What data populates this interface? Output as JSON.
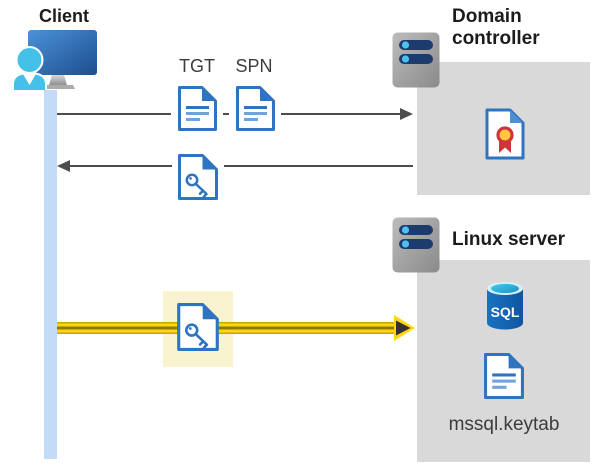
{
  "diagram": {
    "client": {
      "label": "Client",
      "icon": "monitor-user-icon"
    },
    "domain_controller": {
      "label": "Domain controller",
      "icon": "server-icon",
      "contains": [
        {
          "icon": "certificate-icon"
        }
      ]
    },
    "linux_server": {
      "label": "Linux server",
      "icon": "server-icon",
      "contains": [
        {
          "icon": "sql-database-icon",
          "label": "SQL"
        },
        {
          "icon": "document-icon",
          "label": "mssql.keytab"
        }
      ]
    },
    "flows": [
      {
        "name": "ticket-request",
        "from": "client",
        "to": "domain-controller",
        "labels": [
          "TGT",
          "SPN"
        ],
        "icons": [
          "document-icon",
          "document-icon"
        ],
        "style": "gray-arrow"
      },
      {
        "name": "ticket-response",
        "from": "domain-controller",
        "to": "client",
        "icons": [
          "key-document-icon"
        ],
        "style": "gray-arrow"
      },
      {
        "name": "keytab-authentication",
        "from": "client",
        "to": "linux-server",
        "icons": [
          "key-document-icon"
        ],
        "highlighted": true,
        "style": "yellow-arrow"
      }
    ],
    "colors": {
      "doc_blue": "#2e74c0",
      "doc_fold_blue": "#4e8fd0",
      "lifeline_blue": "#c3dbf7",
      "container_gray": "#d9d9d9",
      "arrow_gray": "#4d4d4d",
      "arrow_yellow": "#ffd70f",
      "arrow_yellow_dark": "#8f7906",
      "highlight_yellow_bg": "#faf3d0",
      "sql_body_blue": "#1464b4",
      "sql_top_cyan": "#45cbee",
      "cert_red": "#d13438",
      "cert_gold": "#ffc83d",
      "person_cyan": "#45c0e9",
      "server_bar_navy": "#1e3b6e",
      "server_dot_cyan": "#49c3ee"
    }
  }
}
